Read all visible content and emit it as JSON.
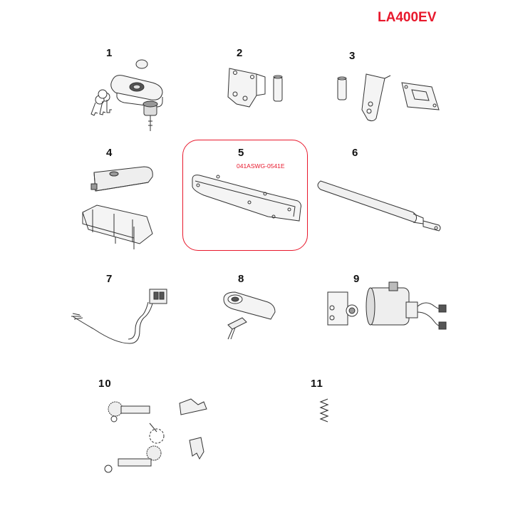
{
  "model": "LA400EV",
  "parts": [
    {
      "number": "1",
      "icon": "lock-cover-keys-icon"
    },
    {
      "number": "2",
      "icon": "front-bracket-pin-icon"
    },
    {
      "number": "3",
      "icon": "rear-bracket-pin-icon"
    },
    {
      "number": "4",
      "icon": "housing-cover-icon"
    },
    {
      "number": "5",
      "icon": "gasket-icon",
      "code": "041ASWG-0541E"
    },
    {
      "number": "6",
      "icon": "piston-tube-icon"
    },
    {
      "number": "7",
      "icon": "wire-harness-icon"
    },
    {
      "number": "8",
      "icon": "release-lever-icon"
    },
    {
      "number": "9",
      "icon": "motor-assembly-icon"
    },
    {
      "number": "10",
      "icon": "gear-set-icon"
    },
    {
      "number": "11",
      "icon": "spring-icon"
    }
  ],
  "colors": {
    "accent": "#e8182c",
    "line": "#333333"
  }
}
